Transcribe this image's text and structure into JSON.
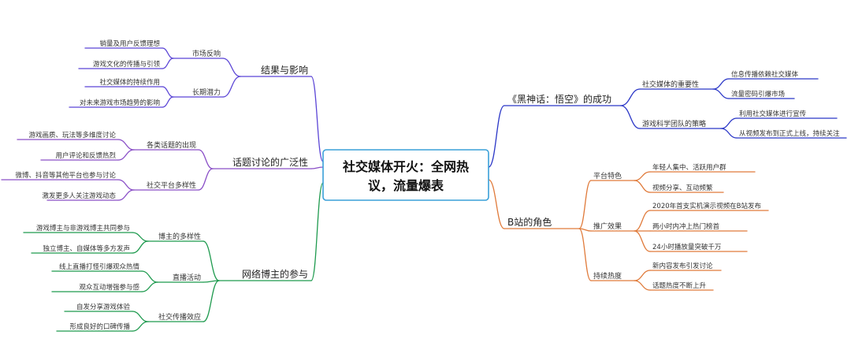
{
  "root": {
    "lines": [
      "社交媒体开火：全网热",
      "议，流量爆表"
    ]
  },
  "branches": [
    {
      "key": "success",
      "label": "《黑神话：悟空》的成功",
      "color": "#2b37c7",
      "children": [
        {
          "label": "社交媒体的重要性",
          "children": [
            "信息传播依赖社交媒体",
            "流量密码引爆市场"
          ]
        },
        {
          "label": "游戏科学团队的策略",
          "children": [
            "利用社交媒体进行宣传",
            "从视频发布到正式上线，持续关注"
          ]
        }
      ]
    },
    {
      "key": "bilibili",
      "label": "B站的角色",
      "color": "#e07a3a",
      "children": [
        {
          "label": "平台特色",
          "children": [
            "年轻人集中、活跃用户群",
            "视频分享、互动频繁"
          ]
        },
        {
          "label": "推广效果",
          "children": [
            "2020年首支实机演示视频在B站发布",
            "两小时内冲上热门榜首",
            "24小时播放量突破千万"
          ]
        },
        {
          "label": "持续热度",
          "children": [
            "新内容发布引发讨论",
            "话题热度不断上升"
          ]
        }
      ]
    },
    {
      "key": "results",
      "label": "结果与影响",
      "color": "#5b45d6",
      "children": [
        {
          "label": "市场反响",
          "children": [
            "销量及用户反馈理想",
            "游戏文化的传播与引领"
          ]
        },
        {
          "label": "长期潜力",
          "children": [
            "社交媒体的持续作用",
            "对未来游戏市场趋势的影响"
          ]
        }
      ]
    },
    {
      "key": "discussion",
      "label": "话题讨论的广泛性",
      "color": "#8a4fc7",
      "children": [
        {
          "label": "各类话题的出现",
          "children": [
            "游戏画质、玩法等多维度讨论",
            "用户评论和反馈热烈"
          ]
        },
        {
          "label": "社交平台多样性",
          "children": [
            "微博、抖音等其他平台也参与讨论",
            "激发更多人关注游戏动态"
          ]
        }
      ]
    },
    {
      "key": "bloggers",
      "label": "网络博主的参与",
      "color": "#1e9a4e",
      "children": [
        {
          "label": "博主的多样性",
          "children": [
            "游戏博主与非游戏博主共同参与",
            "独立博主、自媒体等多方发声"
          ]
        },
        {
          "label": "直播活动",
          "children": [
            "线上直播打怪引爆观众热情",
            "观众互动增强参与感"
          ]
        },
        {
          "label": "社交传播效应",
          "children": [
            "自发分享游戏体验",
            "形成良好的口碑传播"
          ]
        }
      ]
    }
  ]
}
